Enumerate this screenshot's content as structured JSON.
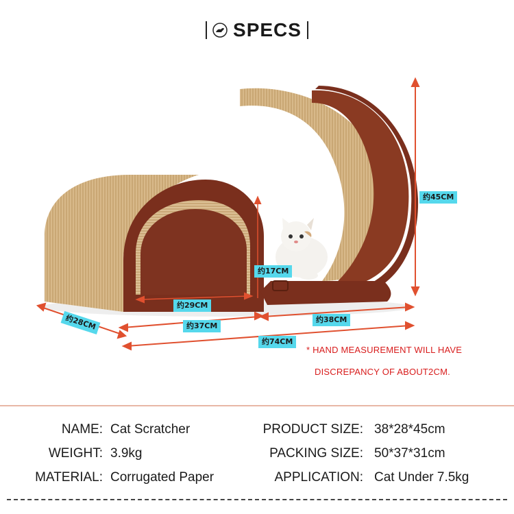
{
  "header": {
    "title": "SPECS",
    "logo_icon": "cat-paw-icon"
  },
  "dimensions": {
    "height_total": "约45CM",
    "tunnel_height": "约17CM",
    "tunnel_width": "约29CM",
    "small_length": "约37CM",
    "large_length": "约38CM",
    "total_length": "约74CM",
    "depth": "约28CM"
  },
  "note": {
    "line1": "* HAND MEASUREMENT WILL HAVE",
    "line2": "DISCREPANCY OF ABOUT2CM."
  },
  "specs": [
    {
      "label": "NAME:",
      "value": "Cat Scratcher",
      "label2": "PRODUCT SIZE:",
      "value2": "38*28*45cm"
    },
    {
      "label": "WEIGHT:",
      "value": "3.9kg",
      "label2": "PACKING SIZE:",
      "value2": "50*37*31cm"
    },
    {
      "label": "MATERIAL:",
      "value": "Corrugated Paper",
      "label2": "APPLICATION:",
      "value2": "Cat Under 7.5kg"
    }
  ],
  "colors": {
    "accent_red": "#e0502f",
    "label_bg": "#55d8ec",
    "note_red": "#d81c1c",
    "cardboard": "#d8b98a",
    "brown_panel": "#7a2f1d"
  }
}
